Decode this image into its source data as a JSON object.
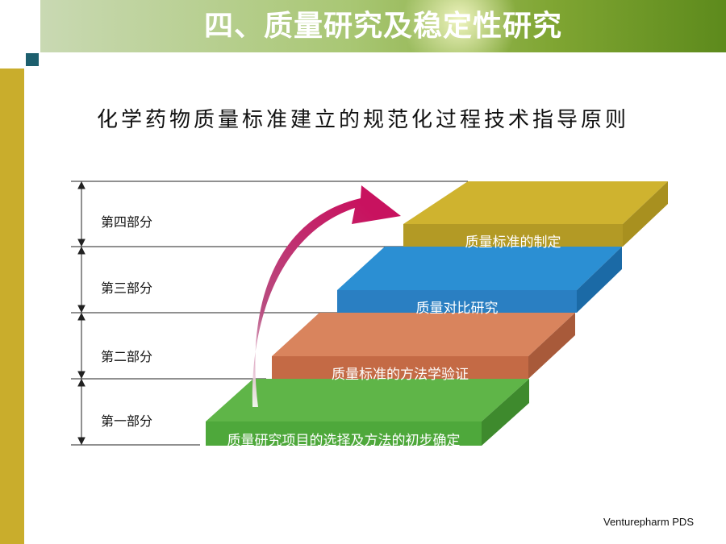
{
  "header": {
    "title": "四、质量研究及稳定性研究"
  },
  "subtitle": "化学药物质量标准建立的规范化过程技术指导原则",
  "parts": [
    {
      "label": "第四部分"
    },
    {
      "label": "第三部分"
    },
    {
      "label": "第二部分"
    },
    {
      "label": "第一部分"
    }
  ],
  "steps": [
    {
      "label": "质量研究项目的选择及方法的初步确定",
      "color": "#4ea83b"
    },
    {
      "label": "质量标准的方法学验证",
      "color": "#d47a52"
    },
    {
      "label": "质量对比研究",
      "color": "#2b8fd3"
    },
    {
      "label": "质量标准的制定",
      "color": "#cfb32f"
    }
  ],
  "footer": "Venturepharm PDS",
  "colors": {
    "header_green": "#7fa532",
    "side_bar": "#c9ad2c",
    "arrow": "#c8125f"
  }
}
